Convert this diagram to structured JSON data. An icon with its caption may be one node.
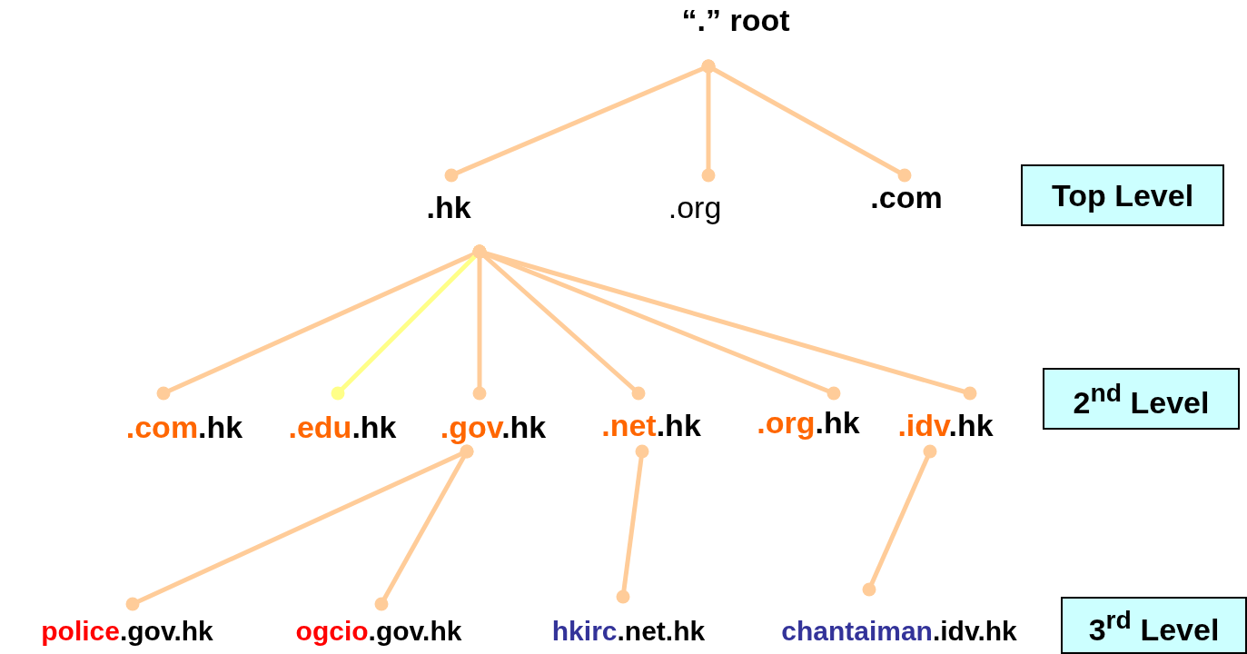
{
  "diagram": {
    "nodes": [
      {
        "text": [
          "“.” root"
        ]
      },
      {
        "text": [
          ".hk"
        ]
      },
      {
        "text": [
          ".org"
        ]
      },
      {
        "text": [
          ".com"
        ]
      },
      {
        "text": [
          "Top Level"
        ]
      },
      {
        "text": [
          ".com.hk"
        ]
      },
      {
        "text": [
          ".edu.hk"
        ]
      },
      {
        "text": [
          ".gov.hk"
        ]
      },
      {
        "text": [
          ".net.hk"
        ]
      },
      {
        "text": [
          ".org.hk"
        ]
      },
      {
        "text": [
          ".idv.hk"
        ]
      },
      {
        "text": [
          "2$^{nd}$ Level"
        ]
      },
      {
        "text": [
          "police.gov.hk"
        ]
      },
      {
        "text": [
          "ogcio.gov.hk"
        ]
      },
      {
        "text": [
          "hkirc.net.hk"
        ]
      },
      {
        "text": [
          "chantaiman.idv.hk"
        ]
      },
      {
        "text": [
          "3$^{rd}$ Level"
        ]
      }
    ],
    "edges": [
      {
        "from": 0,
        "to": 1,
        "arrow": "other"
      },
      {
        "from": 0,
        "to": 2,
        "arrow": "other"
      },
      {
        "from": 0,
        "to": 3,
        "arrow": "other"
      },
      {
        "from": 1,
        "to": 5,
        "arrow": "other"
      },
      {
        "from": 1,
        "to": 6,
        "arrow": "other",
        "color": "#ffff88"
      },
      {
        "from": 1,
        "to": 7,
        "arrow": "other"
      },
      {
        "from": 1,
        "to": 8,
        "arrow": "other"
      },
      {
        "from": 1,
        "to": 9,
        "arrow": "other"
      },
      {
        "from": 1,
        "to": 10,
        "arrow": "other"
      },
      {
        "from": 7,
        "to": 12,
        "arrow": "other"
      },
      {
        "from": 7,
        "to": 13,
        "arrow": "other"
      },
      {
        "from": 8,
        "to": 14,
        "arrow": "other"
      },
      {
        "from": 10,
        "to": 15,
        "arrow": "other"
      }
    ]
  }
}
